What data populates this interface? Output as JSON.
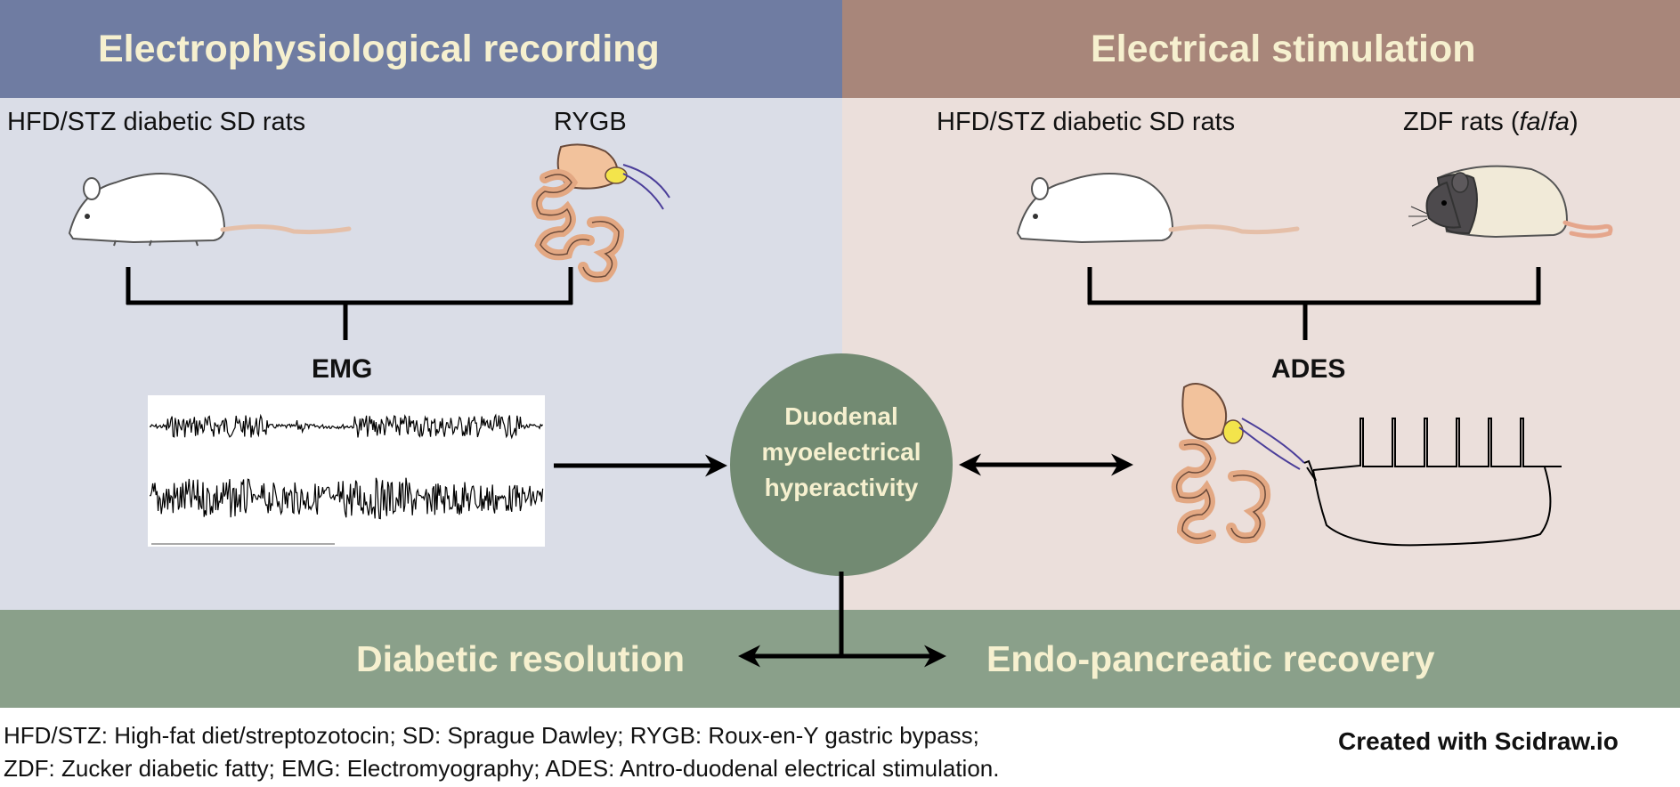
{
  "panels": {
    "left_title": "Electrophysiological recording",
    "right_title": "Electrical stimulation"
  },
  "left": {
    "model_a": "HFD/STZ diabetic SD rats",
    "model_b": "RYGB",
    "method": "EMG"
  },
  "right": {
    "model_a": "HFD/STZ diabetic SD rats",
    "model_b_prefix": "ZDF rats (",
    "model_b_italic_1": "fa",
    "model_b_slash": "/",
    "model_b_italic_2": "fa",
    "model_b_suffix": ")",
    "method": "ADES"
  },
  "center": {
    "line1": "Duodenal",
    "line2": "myoelectrical",
    "line3": "hyperactivity"
  },
  "outcomes": {
    "left": "Diabetic resolution",
    "right": "Endo-pancreatic recovery"
  },
  "footnotes": {
    "line1": "HFD/STZ: High-fat diet/streptozotocin; SD: Sprague Dawley; RYGB: Roux-en-Y gastric bypass;",
    "line2": "ZDF: Zucker diabetic fatty; EMG: Electromyography;  ADES:  Antro-duodenal electrical stimulation."
  },
  "credit": "Created with Scidraw.io",
  "colors": {
    "left_header": "#6f7ca2",
    "right_header": "#a8867a",
    "bottom_band": "#8aa08a",
    "circle": "#728a72",
    "title_text": "#f6f0cf"
  }
}
